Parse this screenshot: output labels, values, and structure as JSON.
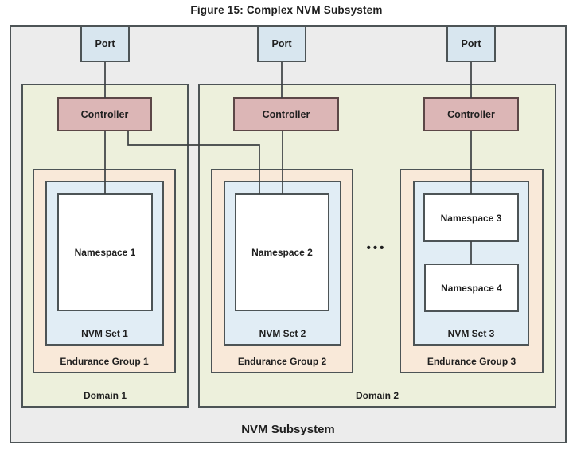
{
  "title": "Figure 15: Complex NVM Subsystem",
  "subsystem": {
    "label": "NVM Subsystem",
    "ellipsis": "•••",
    "ports": [
      {
        "label": "Port"
      },
      {
        "label": "Port"
      },
      {
        "label": "Port"
      }
    ],
    "domains": [
      {
        "label": "Domain 1",
        "controllers": [
          {
            "label": "Controller"
          }
        ],
        "endurance_groups": [
          {
            "label": "Endurance Group 1",
            "nvm_set": {
              "label": "NVM Set 1",
              "namespaces": [
                {
                  "label": "Namespace 1"
                }
              ]
            }
          }
        ]
      },
      {
        "label": "Domain 2",
        "controllers": [
          {
            "label": "Controller"
          },
          {
            "label": "Controller"
          }
        ],
        "endurance_groups": [
          {
            "label": "Endurance Group 2",
            "nvm_set": {
              "label": "NVM Set 2",
              "namespaces": [
                {
                  "label": "Namespace 2"
                }
              ]
            }
          },
          {
            "label": "Endurance Group 3",
            "nvm_set": {
              "label": "NVM Set 3",
              "namespaces": [
                {
                  "label": "Namespace 3"
                },
                {
                  "label": "Namespace 4"
                }
              ]
            }
          }
        ]
      }
    ]
  },
  "colors": {
    "border": "#4d5456",
    "wire": "#3c4042",
    "subsystem_bg": "#ececec",
    "domain_bg": "#edf0dc",
    "port_bg": "#d8e6ef",
    "controller_bg": "#dcb6b6",
    "controller_border": "#5c4747",
    "endurance_bg": "#f9e9d9",
    "set_bg": "#e1edf5",
    "namespace_bg": "#ffffff"
  }
}
